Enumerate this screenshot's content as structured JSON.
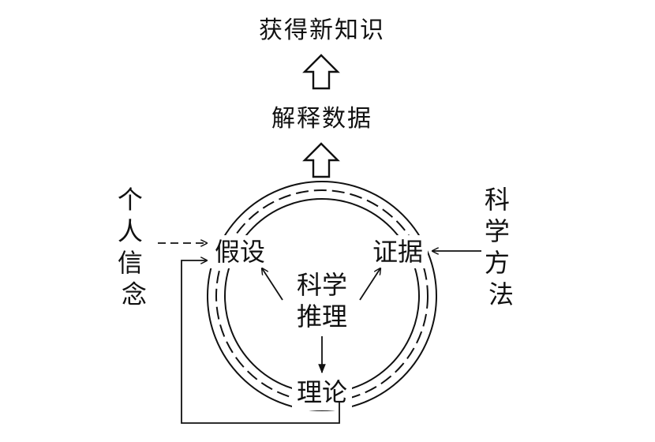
{
  "diagram": {
    "top_title": "获得新知识",
    "middle_title": "解释数据",
    "left_vertical": "个人信念",
    "right_vertical": "科学方法",
    "center_top": "科学",
    "center_bottom": "推理",
    "node_hypothesis": "假设",
    "node_evidence": "证据",
    "node_theory": "理论"
  }
}
